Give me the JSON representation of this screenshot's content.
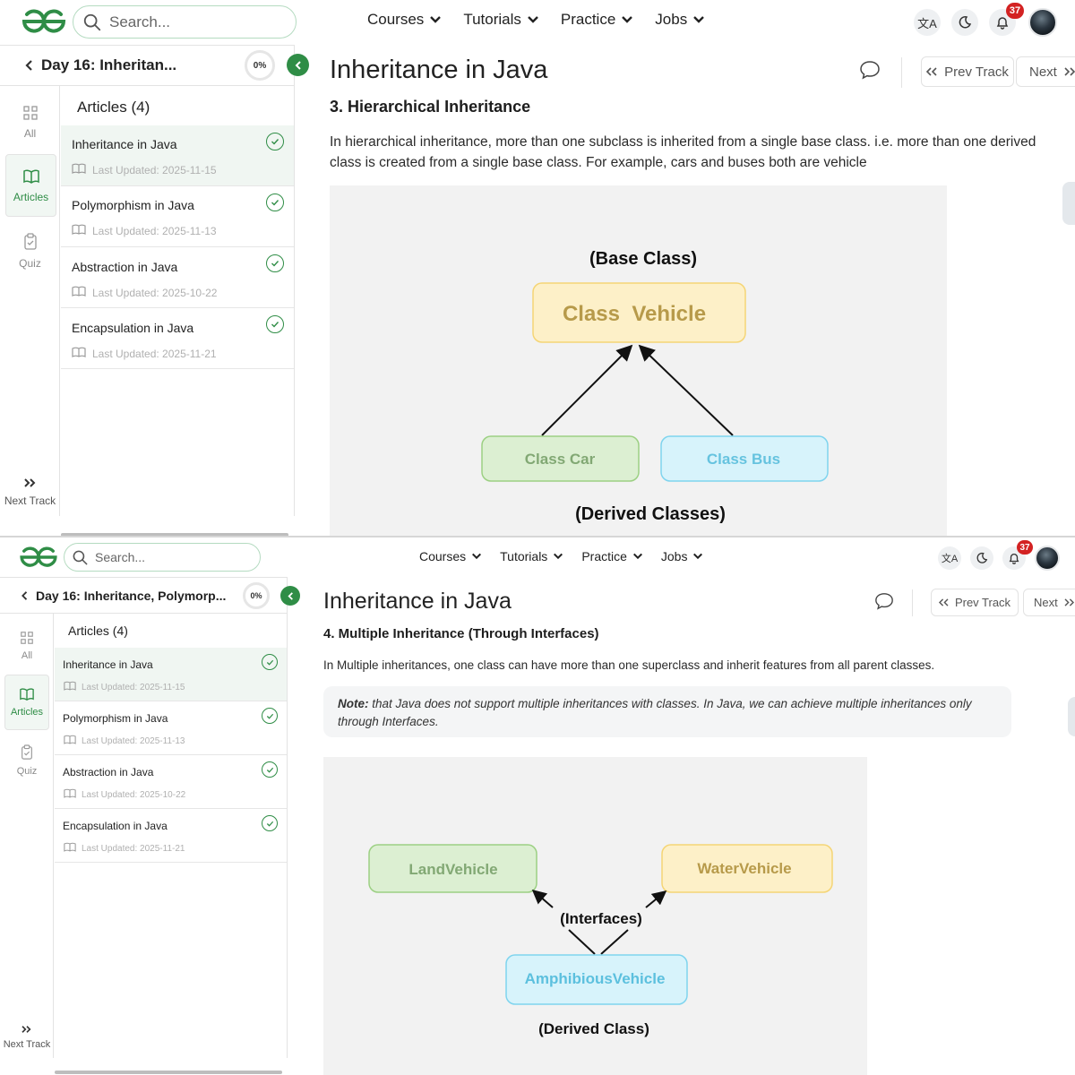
{
  "header": {
    "search_placeholder": "Search...",
    "nav": [
      "Courses",
      "Tutorials",
      "Practice",
      "Jobs"
    ],
    "notification_count": "37"
  },
  "sidebar": {
    "day_title_top": "Day 16: Inheritan...",
    "day_title_bottom": "Day 16: Inheritance, Polymorp...",
    "progress": "0%",
    "rail": [
      {
        "label": "All",
        "icon": "grid-icon"
      },
      {
        "label": "Articles",
        "icon": "book-icon"
      },
      {
        "label": "Quiz",
        "icon": "clipboard-icon"
      }
    ],
    "next_track": "Next Track",
    "articles_header": "Articles (4)",
    "articles": [
      {
        "title": "Inheritance in Java",
        "updated": "Last Updated: 2025-11-15"
      },
      {
        "title": "Polymorphism in Java",
        "updated": "Last Updated: 2025-11-13"
      },
      {
        "title": "Abstraction in Java",
        "updated": "Last Updated: 2025-10-22"
      },
      {
        "title": "Encapsulation in Java",
        "updated": "Last Updated: 2025-11-21"
      }
    ]
  },
  "main": {
    "page_title": "Inheritance in Java",
    "prev_track": "Prev Track",
    "next": "Next"
  },
  "top": {
    "heading": "3. Hierarchical Inheritance",
    "paragraph": "In hierarchical inheritance, more than one subclass is inherited from a single base class. i.e. more than one derived class is created from a single base class. For example, cars and buses both are vehicle",
    "diagram": {
      "base_label": "(Base Class)",
      "base_box": "Class  Vehicle",
      "child1": "Class Car",
      "child2": "Class Bus",
      "derived_label": "(Derived Classes)"
    }
  },
  "bottom": {
    "heading": "4. Multiple Inheritance (Through Interfaces)",
    "paragraph": "In Multiple inheritances, one class can have more than one superclass and inherit features from all parent classes.",
    "note_label": "Note:",
    "note_text": " that Java does not support multiple inheritances with classes. In Java, we can achieve multiple inheritances only through Interfaces.",
    "diagram": {
      "left_box": "LandVehicle",
      "right_box": "WaterVehicle",
      "interfaces_label": "(Interfaces)",
      "child_box": "AmphibiousVehicle",
      "derived_label": "(Derived Class)"
    }
  },
  "colors": {
    "brand_green": "#2f8d46",
    "badge_red": "#d32222",
    "yellow_box": "#fdf0c8",
    "green_box": "#dcefd2",
    "blue_box": "#d7f3fb"
  }
}
